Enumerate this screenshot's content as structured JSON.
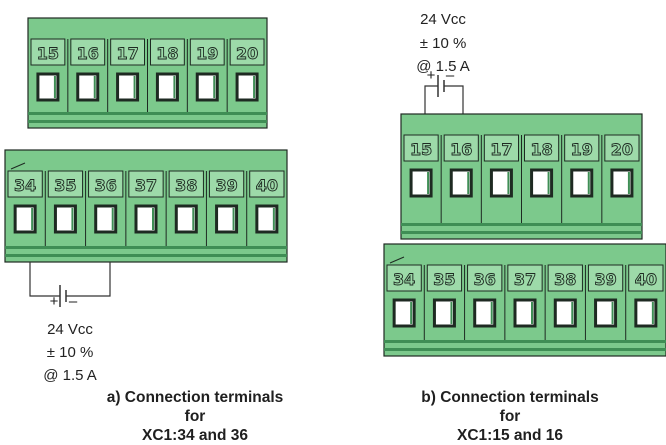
{
  "supply": {
    "voltage": "24 Vcc",
    "tolerance": "± 10 %",
    "current": "@ 1.5 A",
    "plus": "+",
    "minus": "–"
  },
  "diagram_a": {
    "upper_block": [
      "15",
      "16",
      "17",
      "18",
      "19",
      "20"
    ],
    "lower_block": [
      "34",
      "35",
      "36",
      "37",
      "38",
      "39",
      "40"
    ],
    "caption_line1": "a) Connection terminals for",
    "caption_line2": "XC1:34 and 36"
  },
  "diagram_b": {
    "upper_block": [
      "15",
      "16",
      "17",
      "18",
      "19",
      "20"
    ],
    "lower_block": [
      "34",
      "35",
      "36",
      "37",
      "38",
      "39",
      "40"
    ],
    "caption_line1": "b) Connection terminals for",
    "caption_line2": "XC1:15 and 16"
  },
  "colors": {
    "block_fill": "#7cc98c",
    "block_fill_light": "#9ddaa9",
    "block_dark": "#3f8e55",
    "slot_fill": "#ffffff",
    "outline": "#1e2a22",
    "wire": "#333333"
  }
}
